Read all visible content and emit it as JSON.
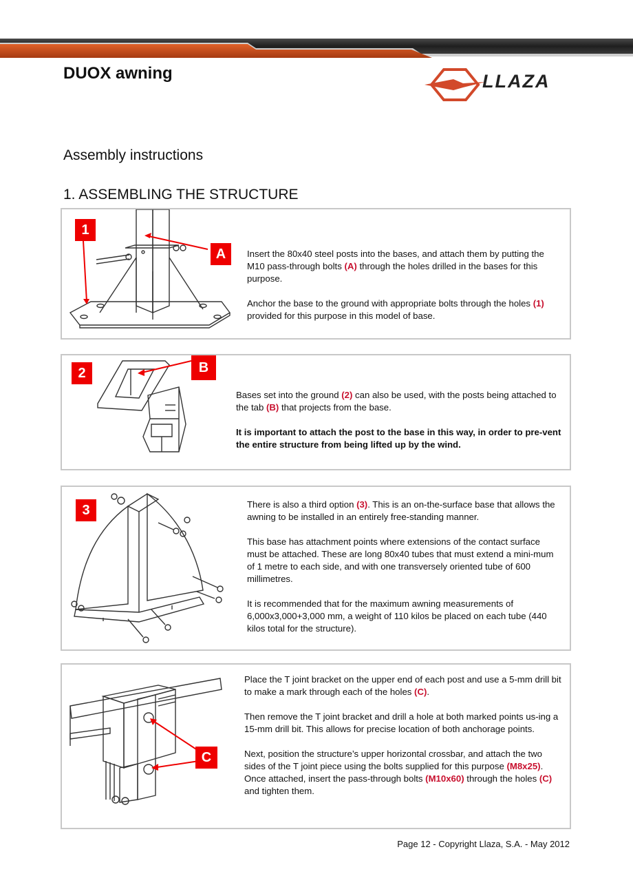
{
  "header": {
    "title": "DUOX awning",
    "logo_text": "LLAZA",
    "colors": {
      "dark_band": "#2b2b2b",
      "orange_band": "#c84b1c",
      "accent_red": "#c8102e"
    }
  },
  "section": {
    "subtitle": "Assembly instructions",
    "heading": "1. ASSEMBLING THE STRUCTURE"
  },
  "steps": [
    {
      "badges": [
        "1",
        "A"
      ],
      "p1": {
        "t1": "Insert the 80x40 steel posts into the bases, and attach them by putting the M10 pass-through bolts ",
        "r1": "(A)",
        "t2": " through the holes drilled in the bases for this purpose."
      },
      "p2": {
        "t1": "Anchor the base to the ground with appropriate bolts through the holes ",
        "r1": "(1)",
        "t2": " provided for this purpose in this model of base."
      }
    },
    {
      "badges": [
        "2",
        "B"
      ],
      "p1": {
        "t1": "Bases set into the ground ",
        "r1": "(2)",
        "t2": " can also be used, with the posts being attached to the tab ",
        "r2": "(B)",
        "t3": " that projects from the base."
      },
      "p2": {
        "bold": "It is important to attach the post to the base in this way, in order to pre-vent the entire structure from being lifted up by the wind."
      }
    },
    {
      "badges": [
        "3"
      ],
      "p1": {
        "t1": "There is also a third option ",
        "r1": "(3)",
        "t2": ". This is an on-the-surface base that allows the awning to be installed in an entirely free-standing manner."
      },
      "p2": {
        "t1": "This base has attachment points where extensions of the contact surface must be attached. These are long 80x40 tubes that must extend a mini-mum of 1 metre to each side, and with one transversely oriented tube of 600 millimetres."
      },
      "p3": {
        "t1": "It is recommended that for the maximum awning measurements of 6,000x3,000+3,000 mm, a weight of 110 kilos be placed on each tube (440 kilos total for the structure)."
      }
    },
    {
      "badges": [
        "C"
      ],
      "p1": {
        "t1": "Place the T joint bracket on the upper end of each post and use a 5-mm drill bit to make a mark through each of the holes ",
        "r1": "(C)",
        "t2": "."
      },
      "p2": {
        "t1": "Then remove the T joint bracket and drill a hole at both marked points us-ing a 15-mm drill bit. This allows for precise location of both anchorage points."
      },
      "p3": {
        "t1": "Next, position the structure’s upper horizontal crossbar, and attach the two sides of the T joint piece using the bolts supplied for this purpose ",
        "r1": "(M8x25)",
        "t2": ". Once attached, insert the pass-through bolts ",
        "r2": "(M10x60)",
        "t3": " through the holes ",
        "r3": "(C)",
        "t4": " and tighten them."
      }
    }
  ],
  "footer": {
    "text": "Page 12 - Copyright Llaza, S.A. - May 2012"
  }
}
